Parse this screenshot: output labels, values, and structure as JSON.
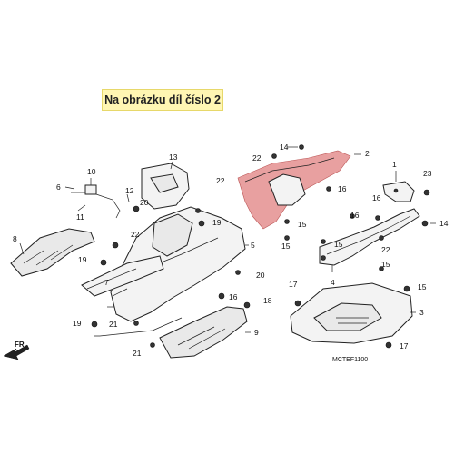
{
  "banner": "Na obrázku díl číslo 2",
  "diagram_code": "MCTEF1100",
  "front_label": "FR.",
  "callouts": {
    "c1": "1",
    "c2": "2",
    "c3": "3",
    "c4": "4",
    "c5": "5",
    "c6": "6",
    "c7": "7",
    "c8": "8",
    "c9": "9",
    "c10": "10",
    "c11": "11",
    "c12": "12",
    "c13": "13",
    "c14a": "14",
    "c14b": "14",
    "c15a": "15",
    "c15b": "15",
    "c15c": "15",
    "c15d": "15",
    "c15e": "15",
    "c16a": "16",
    "c16b": "16",
    "c16c": "16",
    "c16d": "16",
    "c17a": "17",
    "c17b": "17",
    "c18": "18",
    "c19a": "19",
    "c19b": "19",
    "c19c": "19",
    "c20a": "20",
    "c20b": "20",
    "c21a": "21",
    "c21b": "21",
    "c22a": "22",
    "c22b": "22",
    "c22c": "22",
    "c22d": "22",
    "c23": "23"
  }
}
